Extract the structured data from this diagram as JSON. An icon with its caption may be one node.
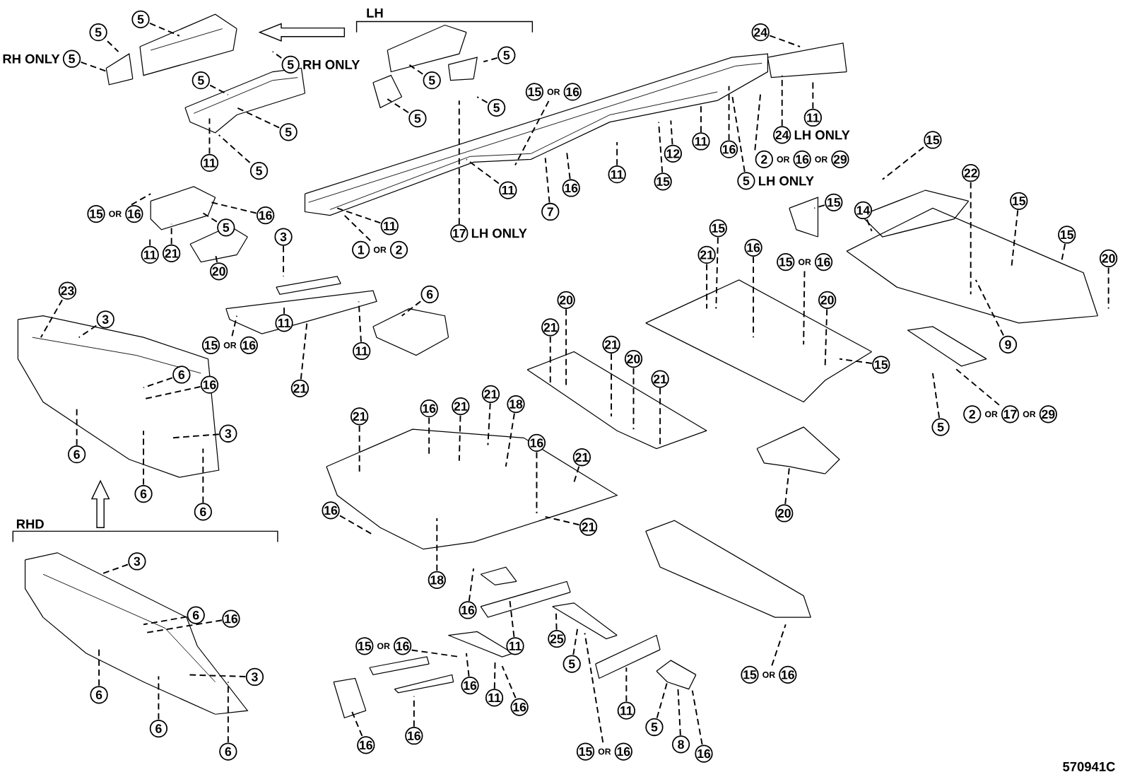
{
  "diagram": {
    "nodes": [
      {
        "text": [
          "5"
        ]
      },
      {
        "text": [
          "5"
        ]
      },
      {
        "text": [
          "5"
        ],
        "beside": [
          "RH ONLY"
        ]
      },
      {
        "text": [
          "5"
        ],
        "beside": [
          "RH ONLY"
        ]
      },
      {
        "text": [
          "5"
        ]
      },
      {
        "text": [
          "5"
        ]
      },
      {
        "text": [
          "11"
        ]
      },
      {
        "text": [
          "5"
        ]
      },
      {
        "text": [
          "5"
        ]
      },
      {
        "text": [
          "5"
        ]
      },
      {
        "text": [
          "5"
        ]
      },
      {
        "text": [
          "5"
        ]
      },
      {
        "text": [
          "15",
          "OR",
          "16"
        ]
      },
      {
        "text": [
          "24"
        ]
      },
      {
        "text": [
          "11"
        ]
      },
      {
        "text": [
          "24"
        ],
        "beside": [
          "LH ONLY"
        ]
      },
      {
        "text": [
          "2",
          "OR",
          "16",
          "OR",
          "29"
        ]
      },
      {
        "text": [
          "5"
        ],
        "beside": [
          "LH ONLY"
        ]
      },
      {
        "text": [
          "16"
        ]
      },
      {
        "text": [
          "11"
        ]
      },
      {
        "text": [
          "12"
        ]
      },
      {
        "text": [
          "15"
        ]
      },
      {
        "text": [
          "11"
        ]
      },
      {
        "text": [
          "16"
        ]
      },
      {
        "text": [
          "7"
        ]
      },
      {
        "text": [
          "11"
        ]
      },
      {
        "text": [
          "17"
        ],
        "beside": [
          "LH ONLY"
        ]
      },
      {
        "text": [
          "11"
        ]
      },
      {
        "text": [
          "1",
          "OR",
          "2"
        ]
      },
      {
        "text": [
          "15",
          "OR",
          "16"
        ]
      },
      {
        "text": [
          "16"
        ]
      },
      {
        "text": [
          "5"
        ]
      },
      {
        "text": [
          "11"
        ]
      },
      {
        "text": [
          "21"
        ]
      },
      {
        "text": [
          "20"
        ]
      },
      {
        "text": [
          "3"
        ]
      },
      {
        "text": [
          "6"
        ]
      },
      {
        "text": [
          "15",
          "OR",
          "16"
        ]
      },
      {
        "text": [
          "11"
        ]
      },
      {
        "text": [
          "21"
        ]
      },
      {
        "text": [
          "11"
        ]
      },
      {
        "text": [
          "23"
        ]
      },
      {
        "text": [
          "3"
        ]
      },
      {
        "text": [
          "6"
        ]
      },
      {
        "text": [
          "16"
        ]
      },
      {
        "text": [
          "3"
        ]
      },
      {
        "text": [
          "6"
        ]
      },
      {
        "text": [
          "6"
        ]
      },
      {
        "text": [
          "6"
        ]
      },
      {
        "text": [
          "3"
        ]
      },
      {
        "text": [
          "6"
        ]
      },
      {
        "text": [
          "16"
        ]
      },
      {
        "text": [
          "3"
        ]
      },
      {
        "text": [
          "6"
        ]
      },
      {
        "text": [
          "6"
        ]
      },
      {
        "text": [
          "6"
        ]
      },
      {
        "text": [
          "20"
        ]
      },
      {
        "text": [
          "21"
        ]
      },
      {
        "text": [
          "21"
        ]
      },
      {
        "text": [
          "20"
        ]
      },
      {
        "text": [
          "21"
        ]
      },
      {
        "text": [
          "15"
        ]
      },
      {
        "text": [
          "21"
        ]
      },
      {
        "text": [
          "16"
        ]
      },
      {
        "text": [
          "15",
          "OR",
          "16"
        ]
      },
      {
        "text": [
          "20"
        ]
      },
      {
        "text": [
          "15"
        ]
      },
      {
        "text": [
          "15"
        ]
      },
      {
        "text": [
          "14"
        ]
      },
      {
        "text": [
          "15"
        ]
      },
      {
        "text": [
          "22"
        ]
      },
      {
        "text": [
          "15"
        ]
      },
      {
        "text": [
          "15"
        ]
      },
      {
        "text": [
          "20"
        ]
      },
      {
        "text": [
          "9"
        ]
      },
      {
        "text": [
          "5"
        ]
      },
      {
        "text": [
          "2",
          "OR",
          "17",
          "OR",
          "29"
        ]
      },
      {
        "text": [
          "20"
        ]
      },
      {
        "text": [
          "21"
        ]
      },
      {
        "text": [
          "16"
        ]
      },
      {
        "text": [
          "21"
        ]
      },
      {
        "text": [
          "21"
        ]
      },
      {
        "text": [
          "18"
        ]
      },
      {
        "text": [
          "16"
        ]
      },
      {
        "text": [
          "21"
        ]
      },
      {
        "text": [
          "16"
        ]
      },
      {
        "text": [
          "21"
        ]
      },
      {
        "text": [
          "18"
        ]
      },
      {
        "text": [
          "16"
        ]
      },
      {
        "text": [
          "11"
        ]
      },
      {
        "text": [
          "25"
        ]
      },
      {
        "text": [
          "5"
        ]
      },
      {
        "text": [
          "15",
          "OR",
          "16"
        ]
      },
      {
        "text": [
          "16"
        ]
      },
      {
        "text": [
          "11"
        ]
      },
      {
        "text": [
          "16"
        ]
      },
      {
        "text": [
          "16"
        ]
      },
      {
        "text": [
          "16"
        ]
      },
      {
        "text": [
          "15",
          "OR",
          "16"
        ]
      },
      {
        "text": [
          "11"
        ]
      },
      {
        "text": [
          "5"
        ]
      },
      {
        "text": [
          "8"
        ]
      },
      {
        "text": [
          "16"
        ]
      },
      {
        "text": [
          "15",
          "OR",
          "16"
        ]
      }
    ],
    "edges": [
      {
        "from": 0,
        "to": null,
        "arrow": "none",
        "style": "dashed"
      },
      {
        "from": 1,
        "to": null,
        "arrow": "none",
        "style": "dashed"
      },
      {
        "from": 2,
        "to": null,
        "arrow": "none",
        "style": "dashed"
      },
      {
        "from": 3,
        "to": null,
        "arrow": "none",
        "style": "dashed"
      },
      {
        "from": 4,
        "to": null,
        "arrow": "none",
        "style": "dashed"
      },
      {
        "from": 5,
        "to": null,
        "arrow": "none",
        "style": "dashed"
      },
      {
        "from": 6,
        "to": null,
        "arrow": "none",
        "style": "dashed"
      },
      {
        "from": 7,
        "to": null,
        "arrow": "none",
        "style": "dashed"
      },
      {
        "from": 8,
        "to": null,
        "arrow": "none",
        "style": "dashed"
      },
      {
        "from": 9,
        "to": null,
        "arrow": "none",
        "style": "dashed"
      },
      {
        "from": 10,
        "to": null,
        "arrow": "none",
        "style": "dashed"
      },
      {
        "from": 11,
        "to": null,
        "arrow": "none",
        "style": "dashed"
      },
      {
        "from": 12,
        "to": null,
        "arrow": "none",
        "style": "dashed"
      },
      {
        "from": 13,
        "to": null,
        "arrow": "none",
        "style": "dashed"
      },
      {
        "from": 14,
        "to": null,
        "arrow": "none",
        "style": "dashed"
      },
      {
        "from": 15,
        "to": null,
        "arrow": "none",
        "style": "dashed"
      },
      {
        "from": 16,
        "to": null,
        "arrow": "none",
        "style": "dashed"
      },
      {
        "from": 17,
        "to": null,
        "arrow": "none",
        "style": "dashed"
      },
      {
        "from": 18,
        "to": null,
        "arrow": "none",
        "style": "dashed"
      },
      {
        "from": 19,
        "to": null,
        "arrow": "none",
        "style": "dashed"
      },
      {
        "from": 20,
        "to": null,
        "arrow": "none",
        "style": "dashed"
      },
      {
        "from": 21,
        "to": null,
        "arrow": "none",
        "style": "dashed"
      },
      {
        "from": 22,
        "to": null,
        "arrow": "none",
        "style": "dashed"
      },
      {
        "from": 23,
        "to": null,
        "arrow": "none",
        "style": "dashed"
      },
      {
        "from": 24,
        "to": null,
        "arrow": "none",
        "style": "dashed"
      },
      {
        "from": 25,
        "to": null,
        "arrow": "none",
        "style": "dashed"
      },
      {
        "from": 26,
        "to": null,
        "arrow": "none",
        "style": "dashed"
      },
      {
        "from": 27,
        "to": null,
        "arrow": "none",
        "style": "dashed"
      },
      {
        "from": 28,
        "to": null,
        "arrow": "none",
        "style": "dashed"
      },
      {
        "from": 29,
        "to": null,
        "arrow": "none",
        "style": "dashed"
      },
      {
        "from": 30,
        "to": null,
        "arrow": "none",
        "style": "dashed"
      },
      {
        "from": 31,
        "to": null,
        "arrow": "none",
        "style": "dashed"
      },
      {
        "from": 32,
        "to": null,
        "arrow": "none",
        "style": "dashed"
      },
      {
        "from": 33,
        "to": null,
        "arrow": "none",
        "style": "dashed"
      },
      {
        "from": 34,
        "to": null,
        "arrow": "none",
        "style": "dashed"
      },
      {
        "from": 35,
        "to": null,
        "arrow": "none",
        "style": "dashed"
      },
      {
        "from": 36,
        "to": null,
        "arrow": "none",
        "style": "dashed"
      },
      {
        "from": 37,
        "to": null,
        "arrow": "none",
        "style": "dashed"
      },
      {
        "from": 38,
        "to": null,
        "arrow": "none",
        "style": "dashed"
      },
      {
        "from": 39,
        "to": null,
        "arrow": "none",
        "style": "dashed"
      },
      {
        "from": 40,
        "to": null,
        "arrow": "none",
        "style": "dashed"
      },
      {
        "from": 41,
        "to": null,
        "arrow": "none",
        "style": "dashed"
      },
      {
        "from": 42,
        "to": null,
        "arrow": "none",
        "style": "dashed"
      },
      {
        "from": 43,
        "to": null,
        "arrow": "none",
        "style": "dashed"
      },
      {
        "from": 44,
        "to": null,
        "arrow": "none",
        "style": "dashed"
      },
      {
        "from": 45,
        "to": null,
        "arrow": "none",
        "style": "dashed"
      },
      {
        "from": 46,
        "to": null,
        "arrow": "none",
        "style": "dashed"
      },
      {
        "from": 47,
        "to": null,
        "arrow": "none",
        "style": "dashed"
      },
      {
        "from": 48,
        "to": null,
        "arrow": "none",
        "style": "dashed"
      },
      {
        "from": 49,
        "to": null,
        "arrow": "none",
        "style": "dashed"
      },
      {
        "from": 50,
        "to": null,
        "arrow": "none",
        "style": "dashed"
      },
      {
        "from": 51,
        "to": null,
        "arrow": "none",
        "style": "dashed"
      },
      {
        "from": 52,
        "to": null,
        "arrow": "none",
        "style": "dashed"
      },
      {
        "from": 53,
        "to": null,
        "arrow": "none",
        "style": "dashed"
      },
      {
        "from": 54,
        "to": null,
        "arrow": "none",
        "style": "dashed"
      },
      {
        "from": 55,
        "to": null,
        "arrow": "none",
        "style": "dashed"
      },
      {
        "from": 56,
        "to": null,
        "arrow": "none",
        "style": "dashed"
      },
      {
        "from": 57,
        "to": null,
        "arrow": "none",
        "style": "dashed"
      },
      {
        "from": 58,
        "to": null,
        "arrow": "none",
        "style": "dashed"
      },
      {
        "from": 59,
        "to": null,
        "arrow": "none",
        "style": "dashed"
      },
      {
        "from": 60,
        "to": null,
        "arrow": "none",
        "style": "dashed"
      },
      {
        "from": 61,
        "to": null,
        "arrow": "none",
        "style": "dashed"
      },
      {
        "from": 62,
        "to": null,
        "arrow": "none",
        "style": "dashed"
      },
      {
        "from": 63,
        "to": null,
        "arrow": "none",
        "style": "dashed"
      },
      {
        "from": 64,
        "to": null,
        "arrow": "none",
        "style": "dashed"
      },
      {
        "from": 65,
        "to": null,
        "arrow": "none",
        "style": "dashed"
      },
      {
        "from": 66,
        "to": null,
        "arrow": "none",
        "style": "dashed"
      },
      {
        "from": 67,
        "to": null,
        "arrow": "none",
        "style": "dashed"
      },
      {
        "from": 68,
        "to": null,
        "arrow": "none",
        "style": "dashed"
      },
      {
        "from": 69,
        "to": null,
        "arrow": "none",
        "style": "dashed"
      },
      {
        "from": 70,
        "to": null,
        "arrow": "none",
        "style": "dashed"
      },
      {
        "from": 71,
        "to": null,
        "arrow": "none",
        "style": "dashed"
      },
      {
        "from": 72,
        "to": null,
        "arrow": "none",
        "style": "dashed"
      },
      {
        "from": 73,
        "to": null,
        "arrow": "none",
        "style": "dashed"
      },
      {
        "from": 74,
        "to": null,
        "arrow": "none",
        "style": "dashed"
      },
      {
        "from": 75,
        "to": null,
        "arrow": "none",
        "style": "dashed"
      },
      {
        "from": 76,
        "to": null,
        "arrow": "none",
        "style": "dashed"
      },
      {
        "from": 77,
        "to": null,
        "arrow": "none",
        "style": "dashed"
      },
      {
        "from": 78,
        "to": null,
        "arrow": "none",
        "style": "dashed"
      },
      {
        "from": 79,
        "to": null,
        "arrow": "none",
        "style": "dashed"
      },
      {
        "from": 80,
        "to": null,
        "arrow": "none",
        "style": "dashed"
      },
      {
        "from": 81,
        "to": null,
        "arrow": "none",
        "style": "dashed"
      },
      {
        "from": 82,
        "to": null,
        "arrow": "none",
        "style": "dashed"
      },
      {
        "from": 83,
        "to": null,
        "arrow": "none",
        "style": "dashed"
      },
      {
        "from": 84,
        "to": null,
        "arrow": "none",
        "style": "dashed"
      },
      {
        "from": 85,
        "to": null,
        "arrow": "none",
        "style": "dashed"
      },
      {
        "from": 86,
        "to": null,
        "arrow": "none",
        "style": "dashed"
      },
      {
        "from": 87,
        "to": null,
        "arrow": "none",
        "style": "dashed"
      },
      {
        "from": 88,
        "to": null,
        "arrow": "none",
        "style": "dashed"
      },
      {
        "from": 89,
        "to": null,
        "arrow": "none",
        "style": "dashed"
      },
      {
        "from": 90,
        "to": null,
        "arrow": "none",
        "style": "dashed"
      },
      {
        "from": 91,
        "to": null,
        "arrow": "none",
        "style": "dashed"
      },
      {
        "from": 92,
        "to": null,
        "arrow": "none",
        "style": "dashed"
      },
      {
        "from": 93,
        "to": null,
        "arrow": "none",
        "style": "dashed"
      },
      {
        "from": 94,
        "to": null,
        "arrow": "none",
        "style": "dashed"
      },
      {
        "from": 95,
        "to": null,
        "arrow": "none",
        "style": "dashed"
      },
      {
        "from": 96,
        "to": null,
        "arrow": "none",
        "style": "dashed"
      },
      {
        "from": 97,
        "to": null,
        "arrow": "none",
        "style": "dashed"
      },
      {
        "from": 98,
        "to": null,
        "arrow": "none",
        "style": "dashed"
      },
      {
        "from": 99,
        "to": null,
        "arrow": "none",
        "style": "dashed"
      },
      {
        "from": 100,
        "to": null,
        "arrow": "none",
        "style": "dashed"
      },
      {
        "from": 101,
        "to": null,
        "arrow": "none",
        "style": "dashed"
      },
      {
        "from": 102,
        "to": null,
        "arrow": "none",
        "style": "dashed"
      },
      {
        "from": 103,
        "to": null,
        "arrow": "none",
        "style": "dashed"
      }
    ],
    "labels": [
      "LH",
      "RHD",
      "570941C"
    ]
  }
}
